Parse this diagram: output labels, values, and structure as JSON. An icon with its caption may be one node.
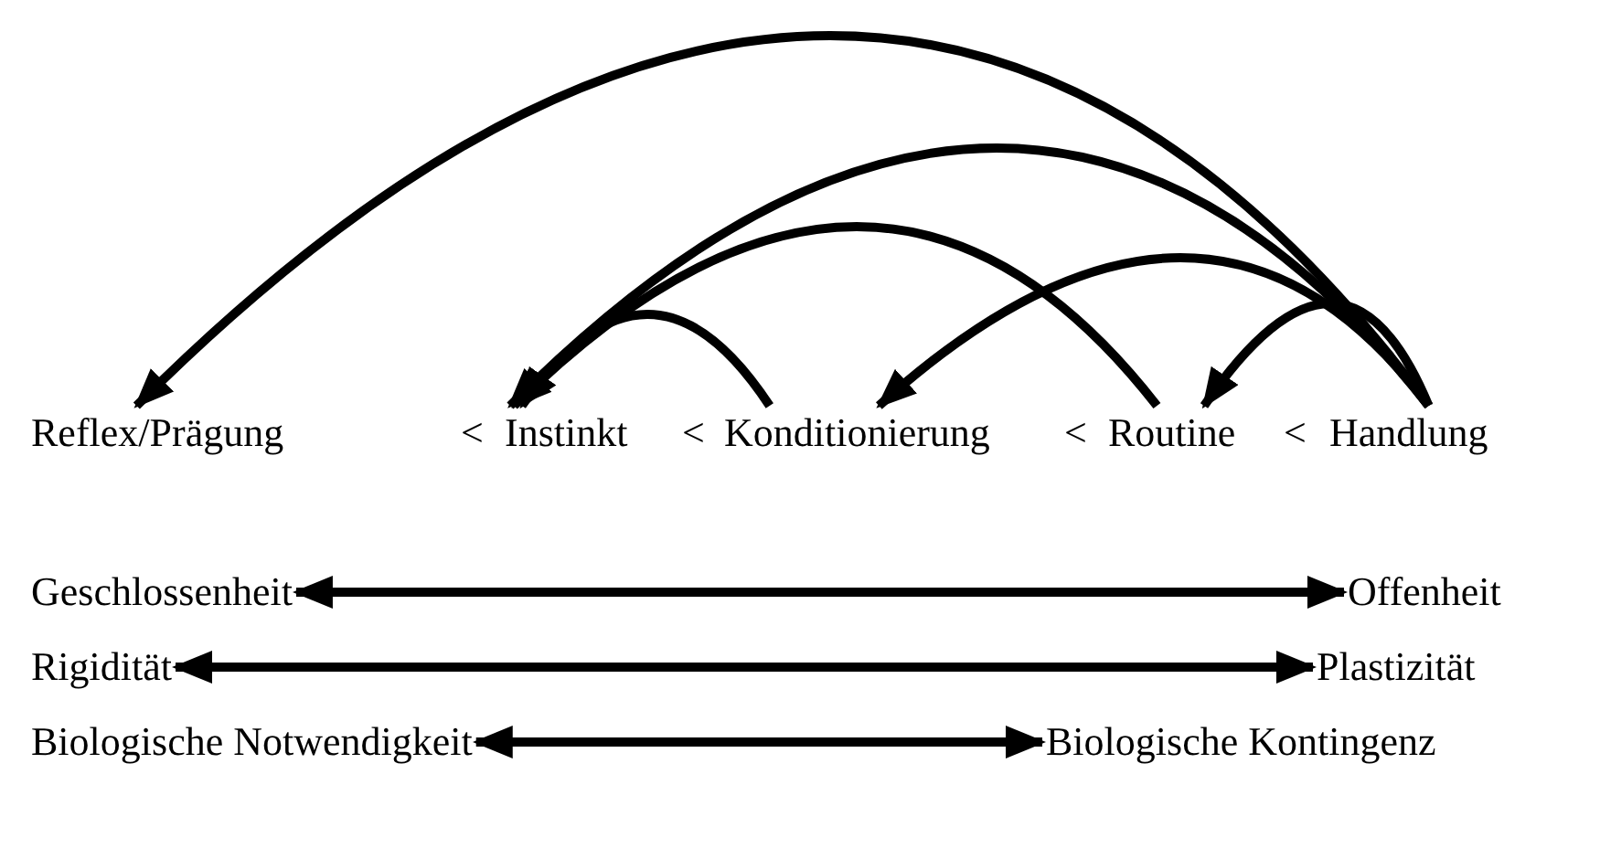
{
  "diagram": {
    "nodes": [
      {
        "text": [
          "Reflex/Prägung"
        ]
      },
      {
        "text": [
          "Instinkt"
        ]
      },
      {
        "text": [
          "Konditionierung"
        ]
      },
      {
        "text": [
          "Routine"
        ]
      },
      {
        "text": [
          "Handlung"
        ]
      },
      {
        "text": [
          "Geschlossenheit"
        ]
      },
      {
        "text": [
          "Offenheit"
        ]
      },
      {
        "text": [
          "Rigidität"
        ]
      },
      {
        "text": [
          "Plastizität"
        ]
      },
      {
        "text": [
          "Biologische Notwendigkeit"
        ]
      },
      {
        "text": [
          "Biologische Kontingenz"
        ]
      }
    ],
    "edges": [
      {
        "from": 4,
        "to": 0,
        "arrow": "to"
      },
      {
        "from": 4,
        "to": 1,
        "arrow": "to"
      },
      {
        "from": 4,
        "to": 2,
        "arrow": "to"
      },
      {
        "from": 4,
        "to": 3,
        "arrow": "to"
      },
      {
        "from": 3,
        "to": 1,
        "arrow": "to"
      },
      {
        "from": 2,
        "to": 1,
        "arrow": "to"
      },
      {
        "from": 5,
        "to": 6,
        "arrow": "both"
      },
      {
        "from": 7,
        "to": 8,
        "arrow": "both"
      },
      {
        "from": 9,
        "to": 10,
        "arrow": "both"
      }
    ],
    "labels": [
      "<",
      "<",
      "<",
      "<"
    ]
  }
}
